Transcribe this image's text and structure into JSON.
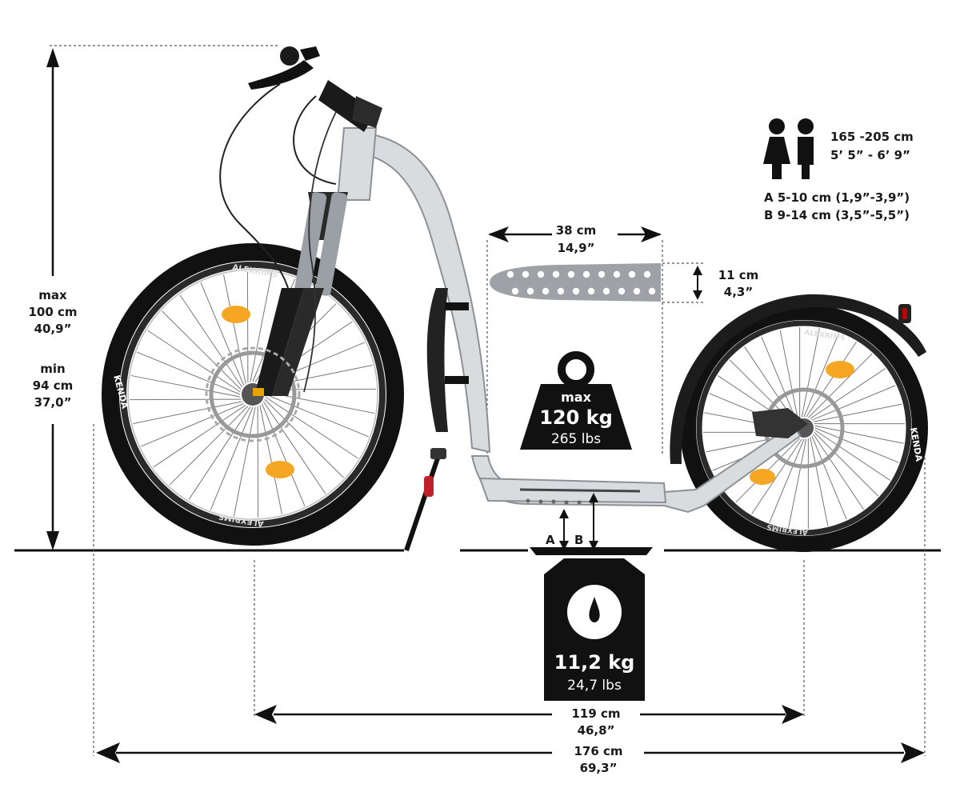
{
  "height_dims": {
    "max_word": "max",
    "max_cm": "100 cm",
    "max_in": "40,9”",
    "min_word": "min",
    "min_cm": "94 cm",
    "min_in": "37,0”"
  },
  "rider": {
    "icon": "rider-pair-icon",
    "range_cm": "165 -205 cm",
    "range_in": "5’ 5” - 6’ 9”"
  },
  "deck_height": {
    "a": "A 5-10 cm (1,9”-3,9”)",
    "b": "B 9-14 cm (3,5”-5,5”)",
    "marker_a": "A",
    "marker_b": "B"
  },
  "deck_dims": {
    "length_cm": "38 cm",
    "length_in": "14,9”",
    "width_cm": "11 cm",
    "width_in": "4,3”"
  },
  "load": {
    "icon": "weight-icon",
    "max_word": "max",
    "value": "120 kg",
    "lbs": "265 lbs"
  },
  "weight": {
    "icon": "scale-icon",
    "value": "11,2 kg",
    "lbs": "24,7 lbs"
  },
  "wheelbase": {
    "cm": "119 cm",
    "in": "46,8”"
  },
  "total_length": {
    "cm": "176 cm",
    "in": "69,3”"
  },
  "tire_brand": "KENDA",
  "rim_brand": "ALEXRIMS",
  "colors": {
    "frame": "#d9dcdf",
    "tire": "#111111",
    "reflector": "#f5a623",
    "icon": "#111111"
  }
}
